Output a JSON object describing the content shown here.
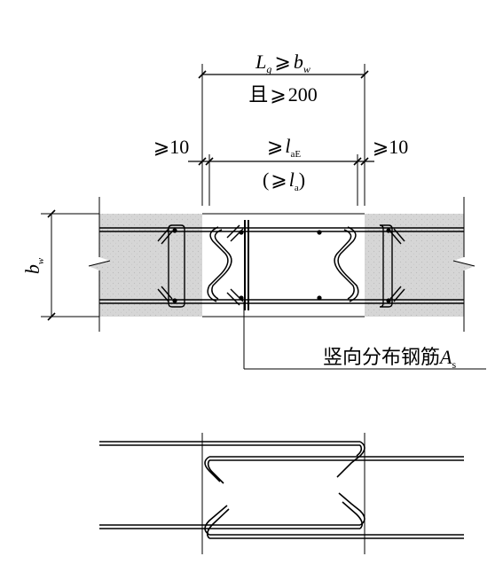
{
  "dimensions": {
    "top_line1": {
      "L": "L",
      "L_sub": "g",
      "rel": "⩾",
      "b": "b",
      "b_sub": "w"
    },
    "top_line2": {
      "prefix": "且",
      "rel": "⩾",
      "value": "200"
    },
    "left_gap": "⩾10",
    "right_gap": "⩾10",
    "anchor_line1": {
      "rel": "⩾",
      "l": "l",
      "l_sub": "aE"
    },
    "anchor_line2": {
      "open": "(",
      "rel": "⩾",
      "l": "l",
      "l_sub": "a",
      "close": ")"
    }
  },
  "wall_thickness": {
    "b": "b",
    "sub": "w"
  },
  "rebar_label": {
    "text": "竖向分布钢筋",
    "A": "A",
    "sub": "s"
  },
  "colors": {
    "concrete": "#d6d6d6",
    "ink": "#000000",
    "background": "#ffffff"
  }
}
